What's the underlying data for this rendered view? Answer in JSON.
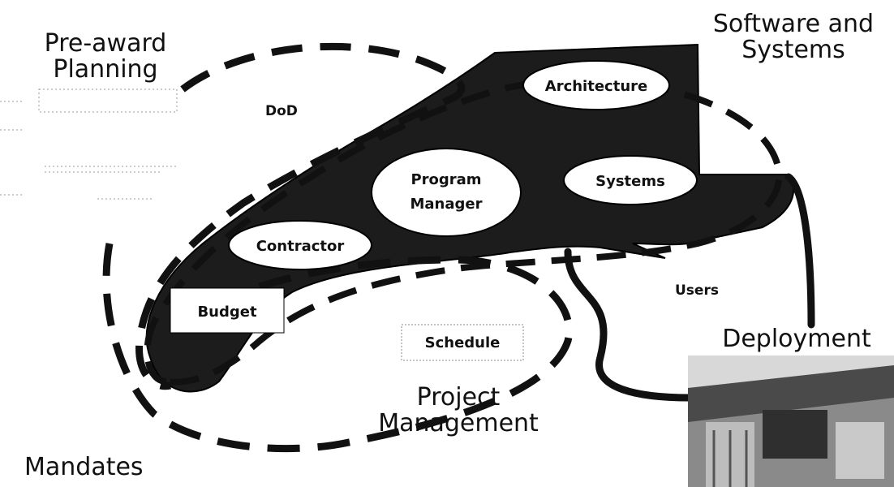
{
  "labels": {
    "pre_award": "Pre-award\nPlanning",
    "software": "Software and\nSystems",
    "dod": "DoD",
    "architecture": "Architecture",
    "program_manager_1": "Program",
    "program_manager_2": "Manager",
    "systems": "Systems",
    "contractor": "Contractor",
    "budget": "Budget",
    "users": "Users",
    "schedule": "Schedule",
    "project_management": "Project\nManagement",
    "deployment": "Deployment",
    "mandates": "Mandates"
  },
  "colors": {
    "shape_fill": "#1c1c1c",
    "dash_stroke": "#111111",
    "ellipse_fill": "#ffffff"
  }
}
